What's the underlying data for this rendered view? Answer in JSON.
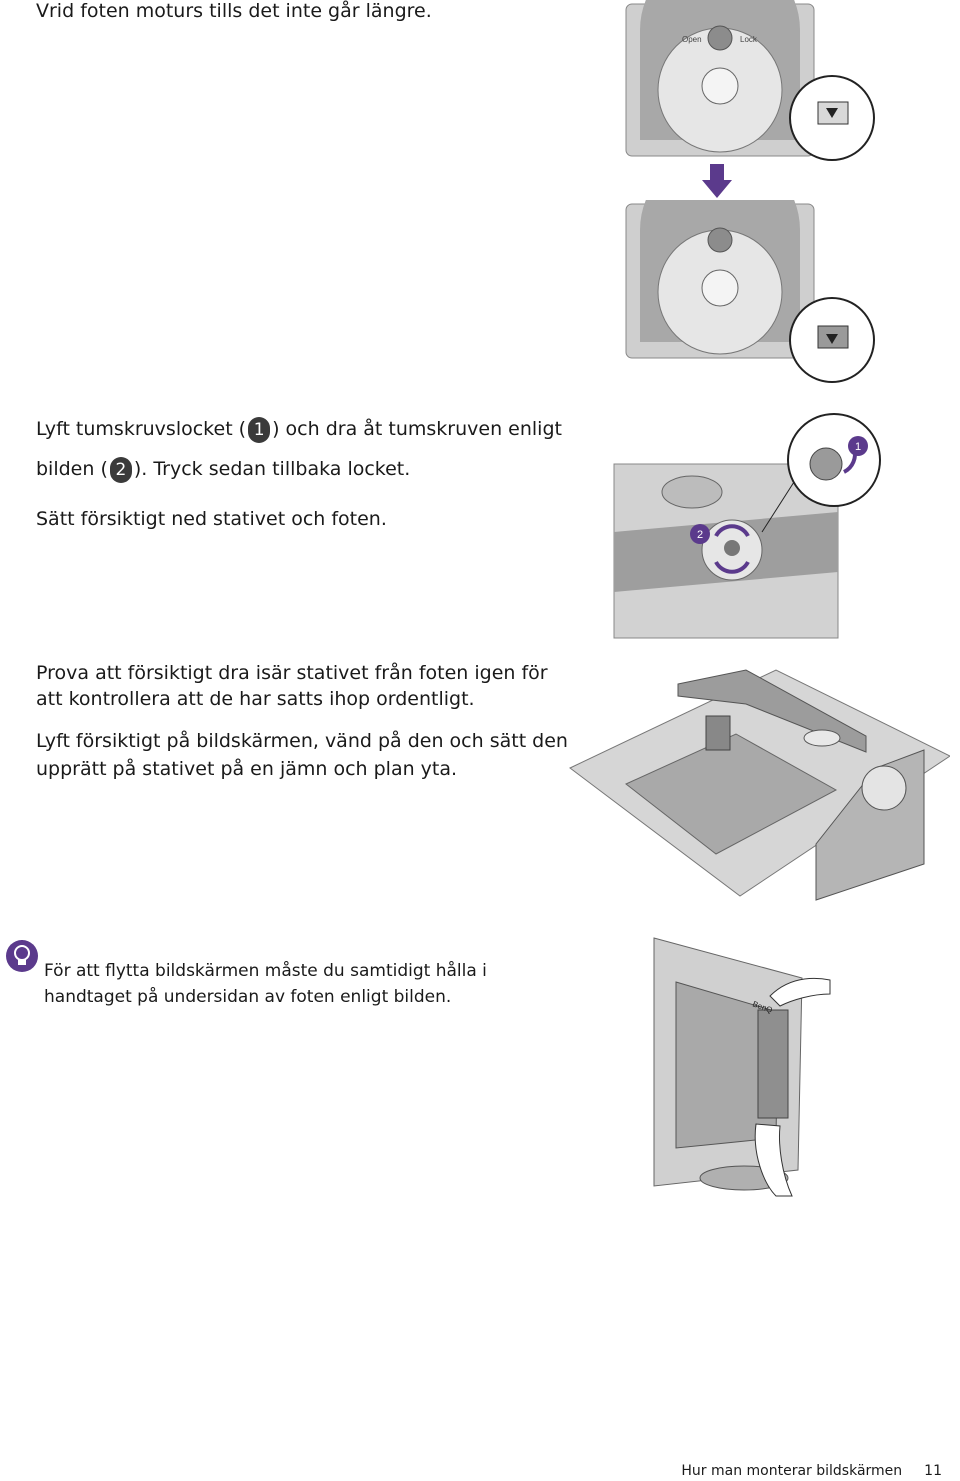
{
  "steps": {
    "rotate_foot": "Vrid foten moturs tills det inte går längre.",
    "lift_cover_a1": "Lyft tumskruvslocket (",
    "badge_1": "1",
    "lift_cover_a2": ") och dra åt tumskruven enligt",
    "lift_cover_b1": "bilden (",
    "badge_2": "2",
    "lift_cover_b2": "). Tryck sedan tillbaka locket.",
    "lower_stand": "Sätt försiktigt ned stativet och foten.",
    "check_line1": "Prova att försiktigt dra isär stativet från foten igen för",
    "check_line2": "att kontrollera att de har satts ihop ordentligt.",
    "lift_line1": "Lyft försiktigt på bildskärmen, vänd på den och sätt den",
    "lift_line2": "upprätt på stativet på en jämn och plan yta."
  },
  "note": {
    "icon": "lightbulb-icon",
    "line1": "För att flytta bildskärmen måste du samtidigt hålla i",
    "line2": "handtaget på undersidan av foten enligt bilden."
  },
  "figure_labels": {
    "open": "Open",
    "lock": "Lock",
    "callout_1": "1",
    "callout_2": "2",
    "brand": "BenQ"
  },
  "footer": {
    "section": "Hur man monterar bildskärmen",
    "page_number": "11"
  },
  "colors": {
    "accent_purple": "#5b3a8c",
    "figure_gray": "#bdbdbd"
  }
}
